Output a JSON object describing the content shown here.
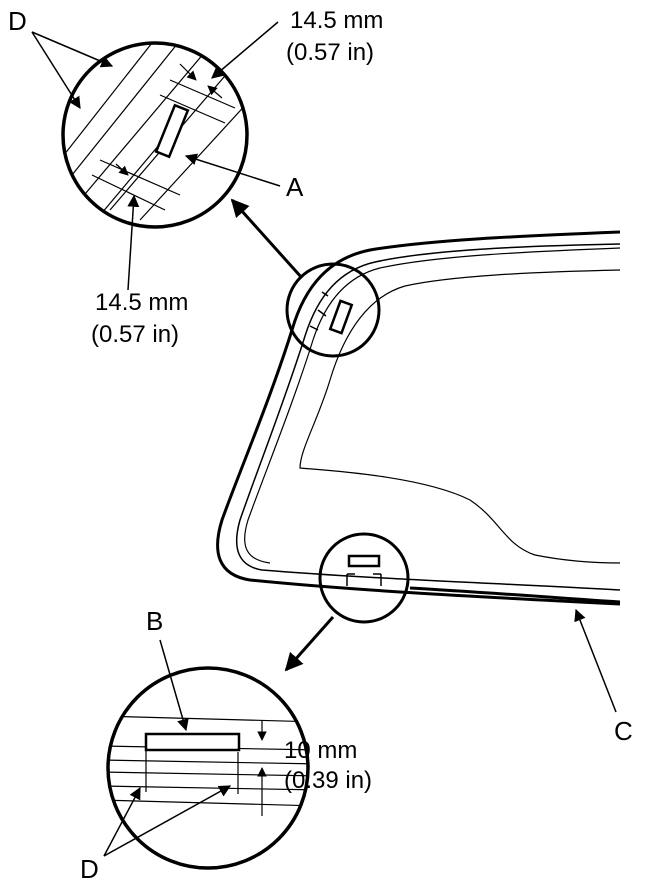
{
  "colors": {
    "ink": "#000000",
    "paper": "#ffffff"
  },
  "callouts": {
    "a": "A",
    "b": "B",
    "c": "C",
    "d_top": "D",
    "d_bottom": "D"
  },
  "dimensions": {
    "top_right": {
      "metric": "14.5 mm",
      "imperial": "(0.57 in)"
    },
    "top_left": {
      "metric": "14.5 mm",
      "imperial": "(0.57 in)"
    },
    "bottom": {
      "metric": "10 mm",
      "imperial": "(0.39 in)"
    }
  }
}
